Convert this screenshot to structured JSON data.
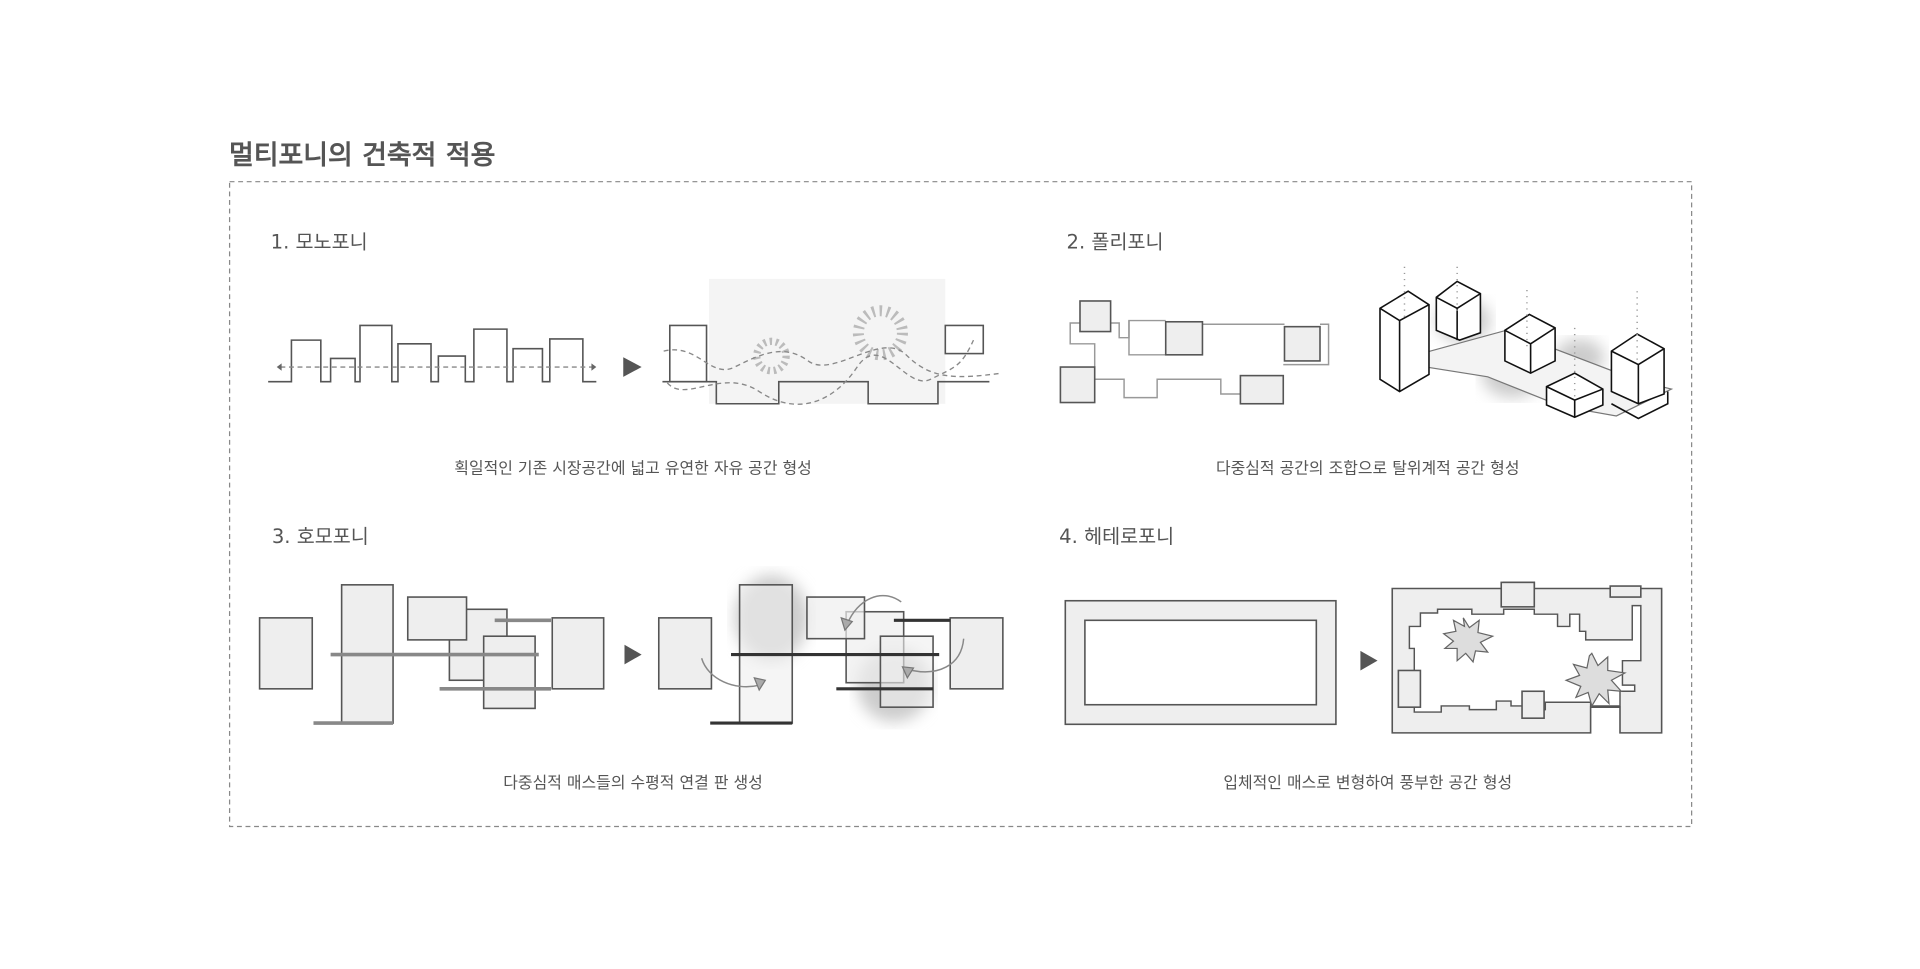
{
  "title": "멀티포니의 건축적 적용",
  "panels": [
    {
      "heading": "1. 모노포니",
      "caption": "획일적인 기존 시장공간에 넓고 유연한 자유 공간 형성"
    },
    {
      "heading": "2. 폴리포니",
      "caption": "다중심적 공간의 조합으로 탈위계적 공간 형성"
    },
    {
      "heading": "3. 호모포니",
      "caption": "다중심적 매스들의 수평적 연결 판 생성"
    },
    {
      "heading": "4. 헤테로포니",
      "caption": "입체적인 매스로 변형하여 풍부한 공간 형성"
    }
  ],
  "colors": {
    "text": "#555555",
    "fill": "#eeeeee",
    "line": "#555555"
  }
}
